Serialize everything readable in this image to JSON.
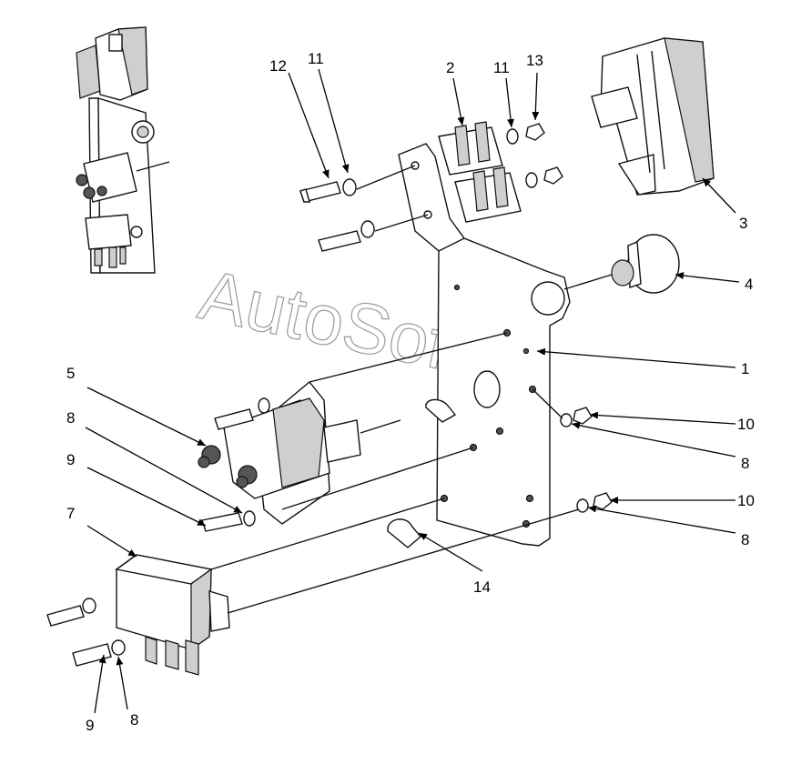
{
  "watermark": "AutoSoft.ru",
  "callouts": [
    "1",
    "2",
    "3",
    "4",
    "5",
    "7",
    "8",
    "8",
    "8",
    "8",
    "9",
    "9",
    "10",
    "10",
    "11",
    "11",
    "12",
    "13",
    "14"
  ]
}
